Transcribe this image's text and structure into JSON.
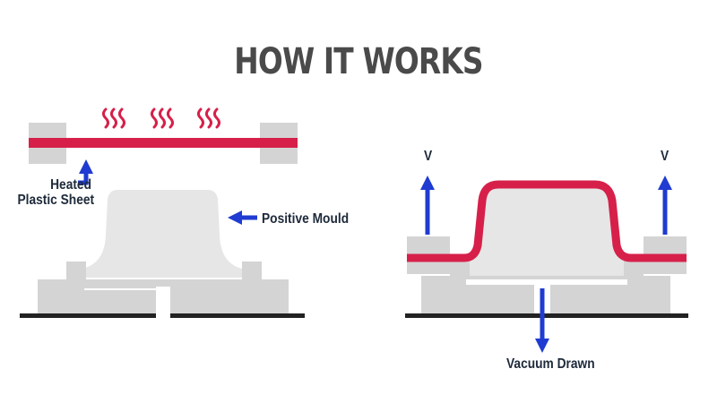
{
  "title": "HOW IT WORKS",
  "labels": {
    "heated_line1": "Heated",
    "heated_line2": "Plastic Sheet",
    "positive_mould": "Positive Mould",
    "vacuum_drawn": "Vacuum Drawn",
    "v_left": "V",
    "v_right": "V"
  },
  "icons": {
    "heat": "heat-waves-icon",
    "arrow": "arrow-icon"
  },
  "colors": {
    "title": "#4a4a4a",
    "label": "#1e2a3a",
    "sheet": "#d6204a",
    "arrow": "#1f3bd1",
    "machine": "#d4d4d4",
    "mould": "#e6e6e6",
    "base": "#222222"
  }
}
